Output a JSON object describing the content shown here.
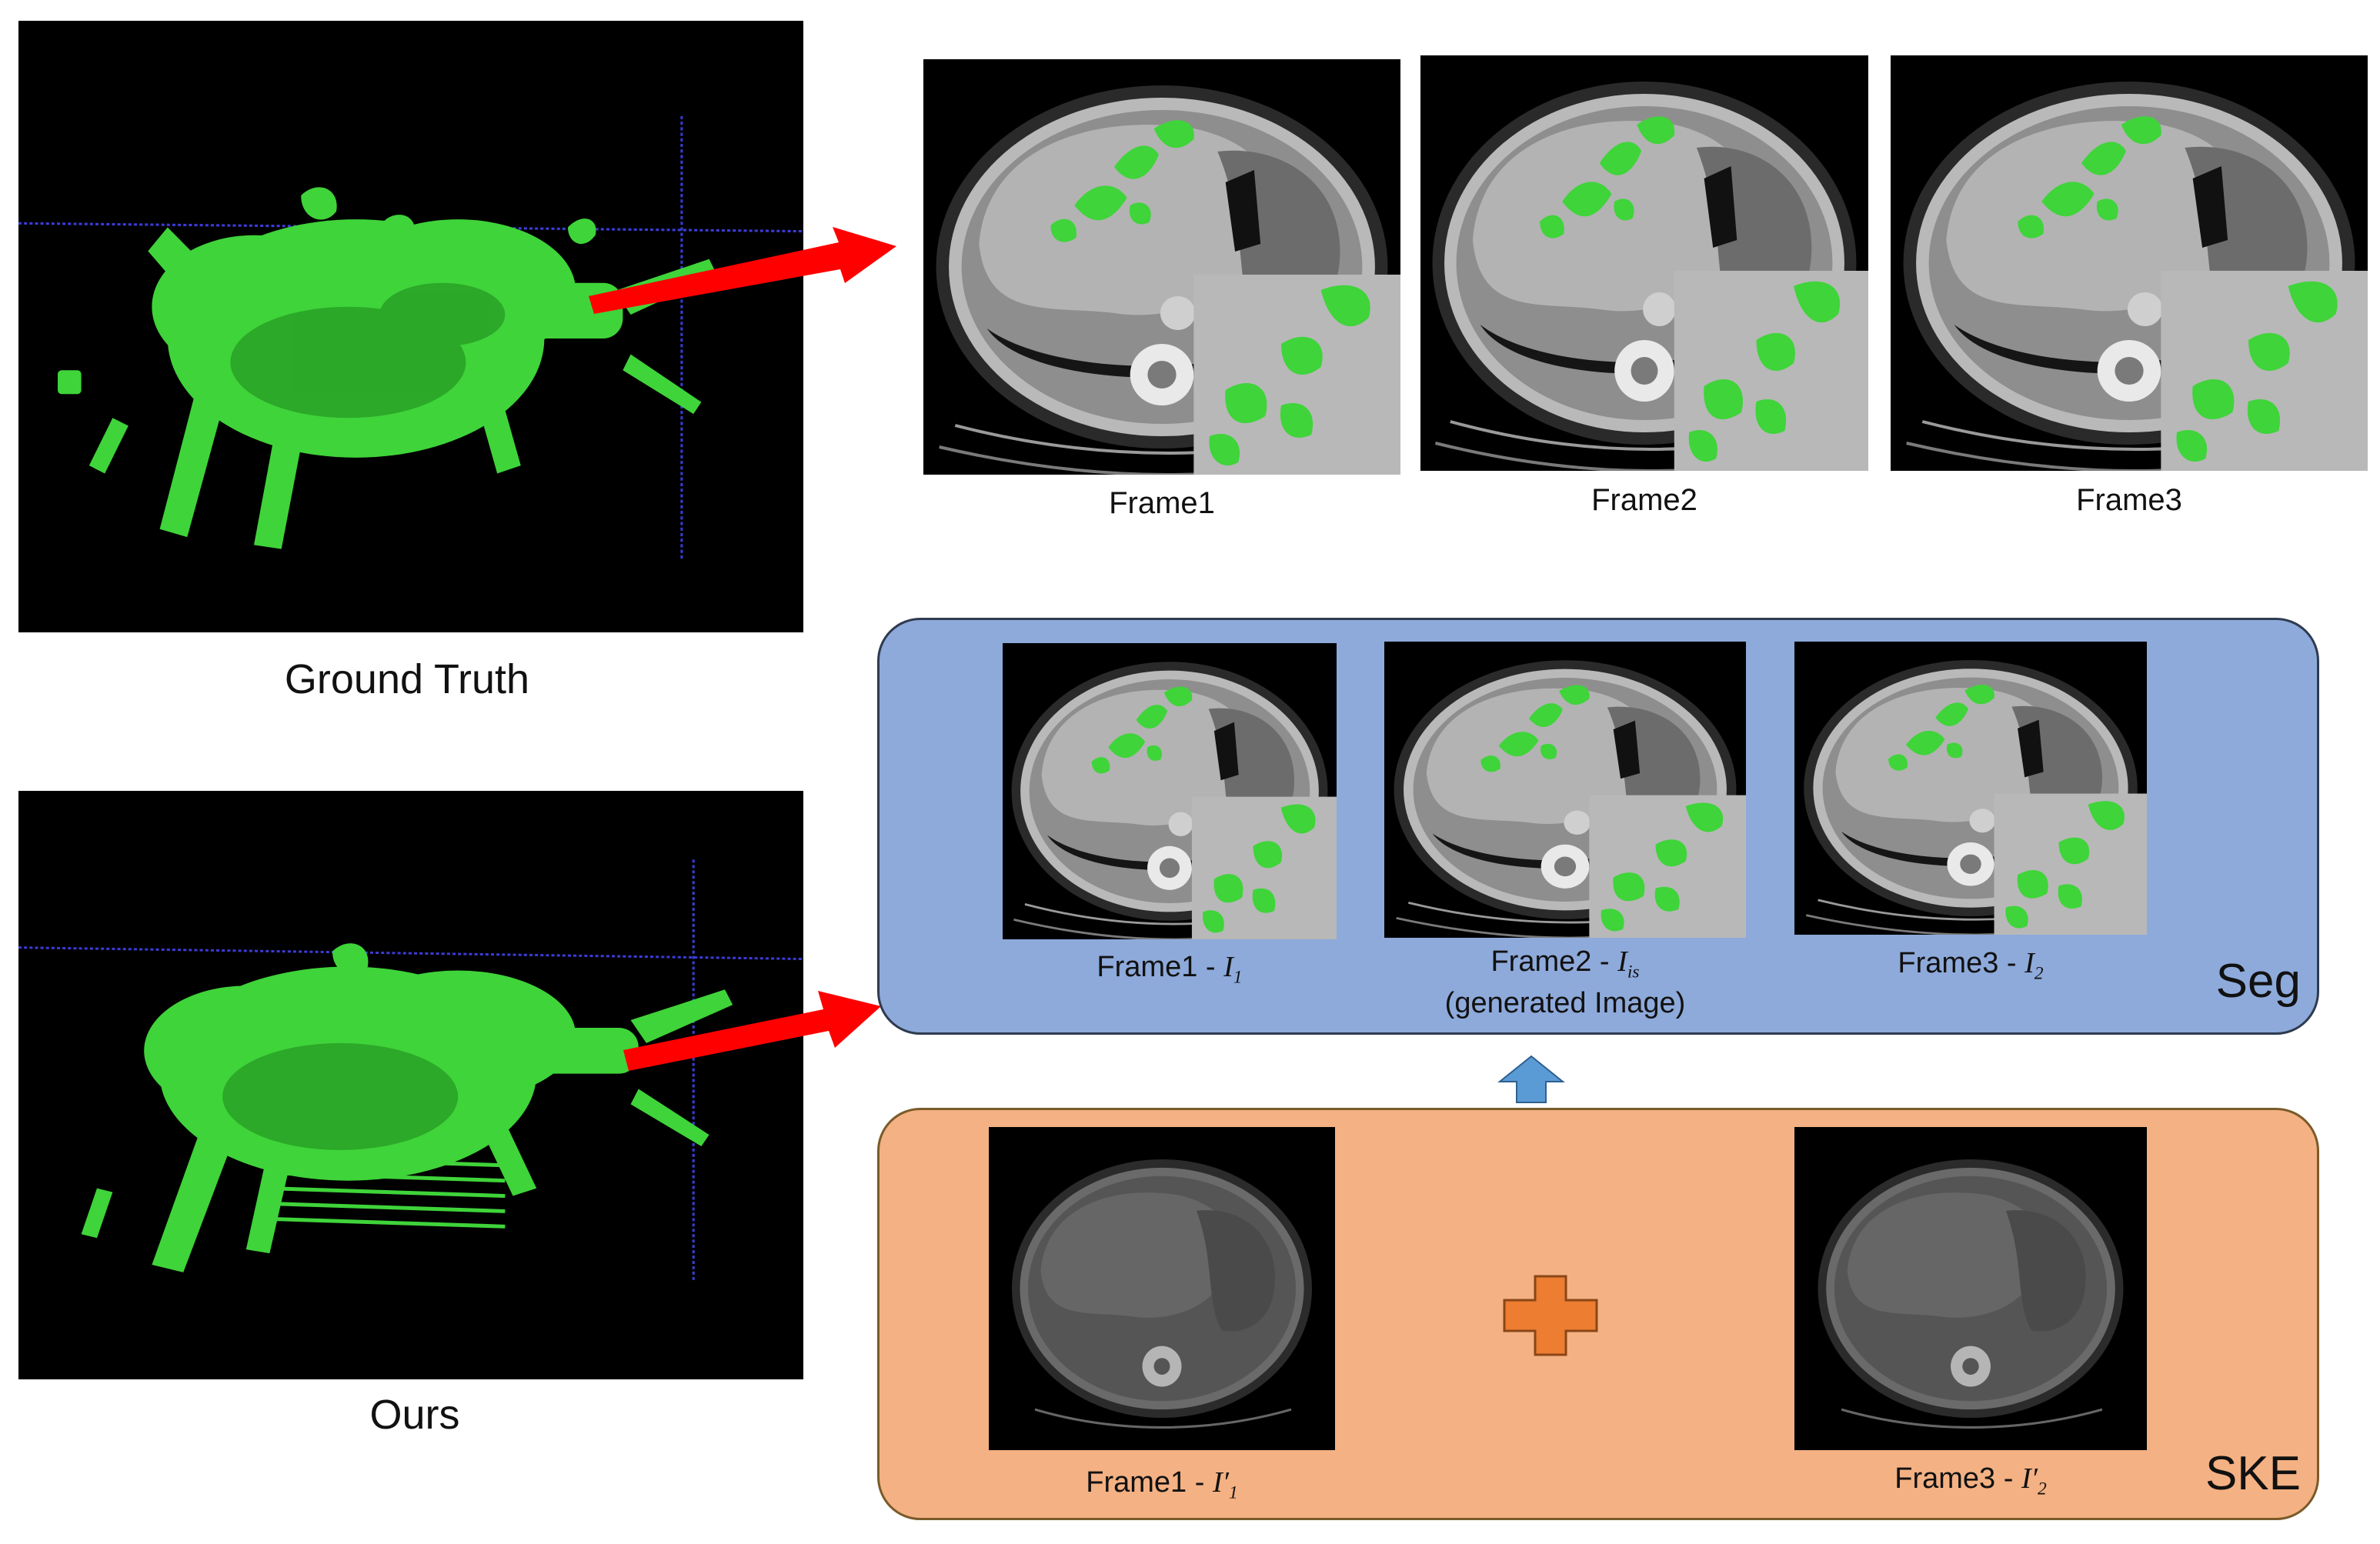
{
  "left": {
    "ground_truth_label": "Ground Truth",
    "ours_label": "Ours"
  },
  "top_row": {
    "frames": [
      "Frame1",
      "Frame2",
      "Frame3"
    ]
  },
  "seg_box": {
    "tag": "Seg",
    "frames": [
      {
        "prefix": "Frame1 - ",
        "sym": "I",
        "sub": "1",
        "prime": ""
      },
      {
        "prefix": "Frame2 - ",
        "sym": "I",
        "sub": "is",
        "prime": "",
        "note": "(generated Image)"
      },
      {
        "prefix": "Frame3 - ",
        "sym": "I",
        "sub": "2",
        "prime": ""
      }
    ]
  },
  "ske_box": {
    "tag": "SKE",
    "frames": [
      {
        "prefix": "Frame1 - ",
        "sym": "I",
        "sub": "1",
        "prime": "′"
      },
      {
        "prefix": "Frame3 - ",
        "sym": "I",
        "sub": "2",
        "prime": "′"
      }
    ],
    "operator": "plus"
  },
  "colors": {
    "vessel_green": "#3fd43a",
    "arrow_red": "#ff0000",
    "seg_fill": "#8eaadb",
    "ske_fill": "#f4b183",
    "up_arrow": "#5b9bd5",
    "plus_orange": "#ed7d31"
  },
  "icons": [
    "right-arrow-red",
    "up-arrow-blue",
    "plus-icon"
  ]
}
